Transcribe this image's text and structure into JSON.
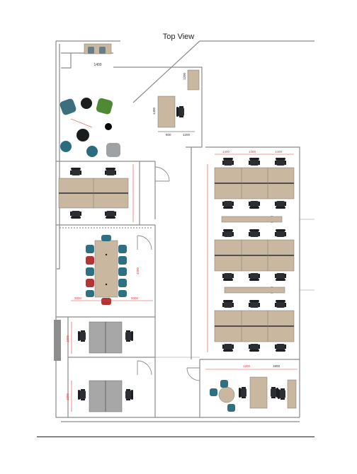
{
  "title": "Top View",
  "colors": {
    "wall": "#8a8a8a",
    "desk_wood": "#c9b79f",
    "desk_grey": "#a7a7a7",
    "chair": "#2b2e33",
    "dimension": "#e0403f",
    "lounge_teal": "#3b6f7f",
    "lounge_green": "#4f8a33",
    "lounge_grey": "#9ea2a5",
    "meeting_chair_teal": "#2f6f82",
    "meeting_chair_red": "#b33434"
  },
  "dimension_labels": {
    "top_small_table": "1400",
    "reception_desk_w": "800",
    "reception_desk_w2": "1200",
    "reception_desk_h": "1400",
    "shelf": "1200",
    "workstation_cols": [
      "1400",
      "1400",
      "1400"
    ],
    "room_height": "4000",
    "meeting_width": "3000",
    "meeting_side": "2000",
    "booth_height": "1600",
    "small_office": "1000",
    "bottom_right_a": "1200",
    "bottom_right_b": "1800"
  },
  "icons": [
    "black-pillar-dot-icon",
    "door-swing-icon",
    "office-chair-icon",
    "lounge-armchair-icon"
  ]
}
